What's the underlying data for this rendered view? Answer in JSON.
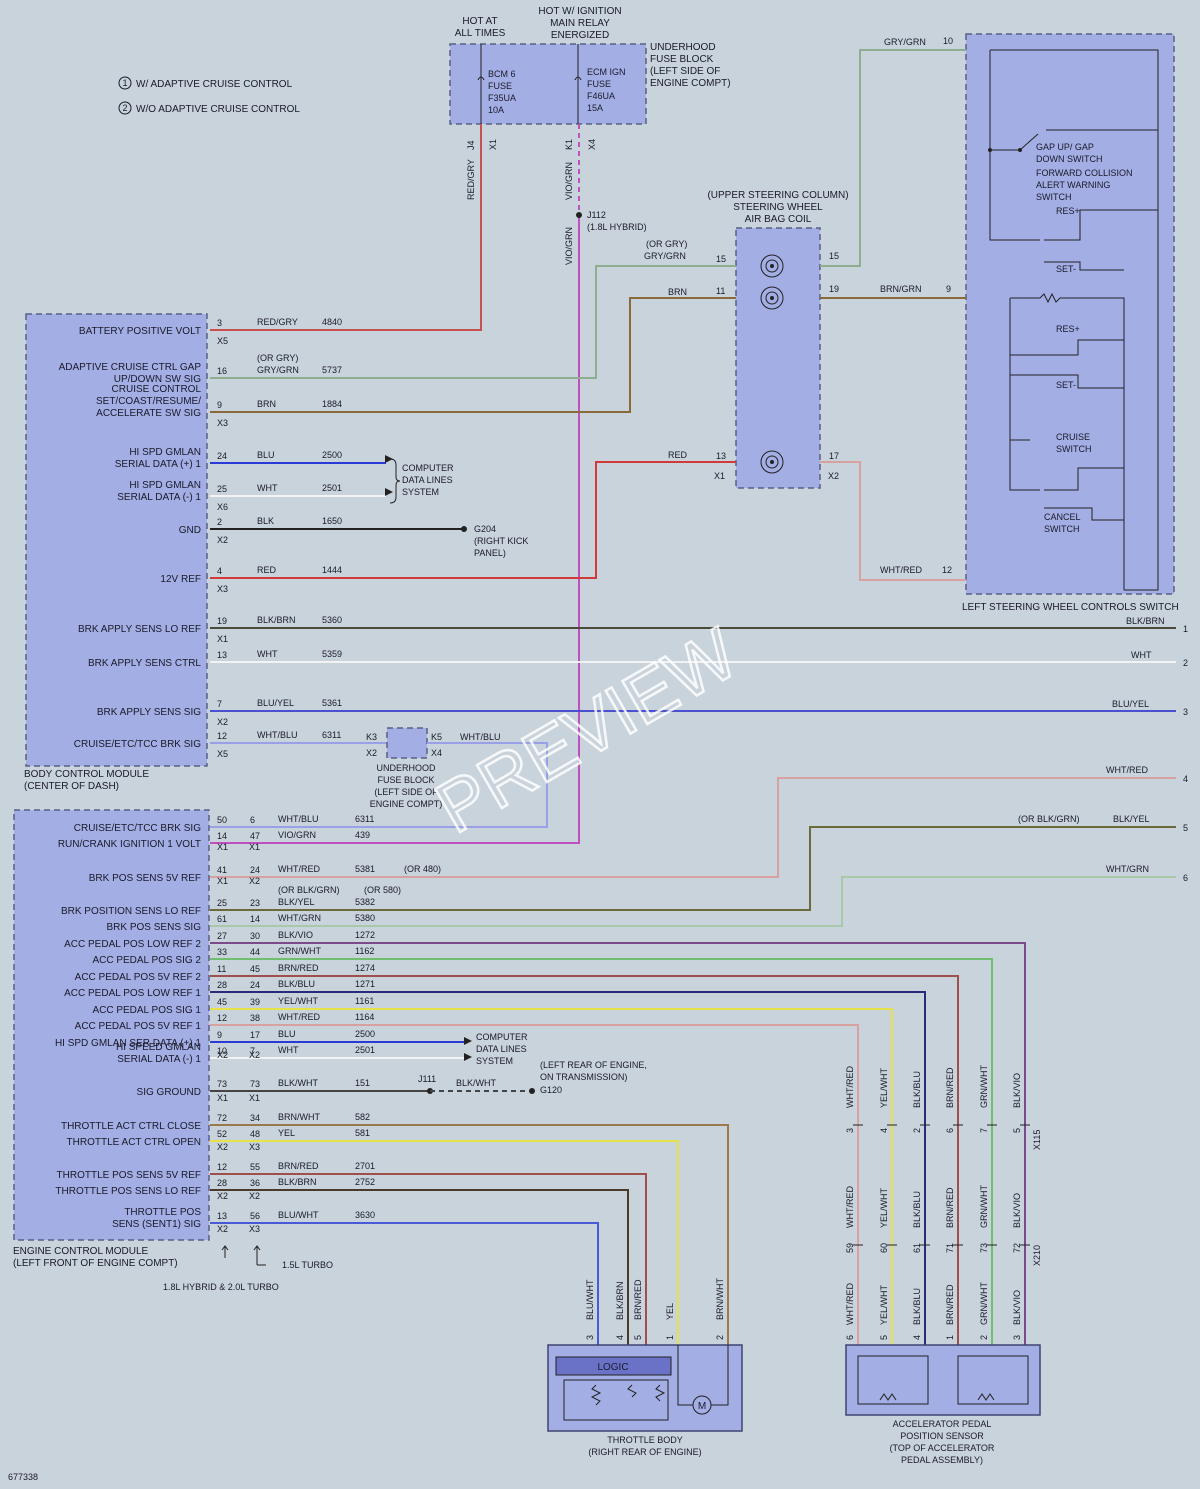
{
  "notes": {
    "n1": "W/ ADAPTIVE CRUISE CONTROL",
    "n2": "W/O ADAPTIVE CRUISE CONTROL"
  },
  "top_labels": {
    "hot_at_all_times": [
      "HOT AT",
      "ALL TIMES"
    ],
    "hot_w_ignition": [
      "HOT W/ IGNITION",
      "MAIN RELAY",
      "ENERGIZED"
    ]
  },
  "underhood_fuse_block": {
    "label": [
      "UNDERHOOD",
      "FUSE BLOCK",
      "(LEFT SIDE OF",
      "ENGINE COMPT)"
    ],
    "fuse1": [
      "BCM 6",
      "FUSE",
      "F35UA",
      "10A"
    ],
    "fuse2": [
      "ECM IGN",
      "FUSE",
      "F46UA",
      "15A"
    ],
    "pins": [
      "J4",
      "X1",
      "K1",
      "X4"
    ]
  },
  "splice": [
    "J112",
    "(1.8L HYBRID)"
  ],
  "airbag_coil": {
    "label": [
      "(UPPER STEERING COLUMN)",
      "STEERING WHEEL",
      "AIR BAG COIL"
    ],
    "pins_left": [
      "15",
      "11",
      "13"
    ],
    "pins_right": [
      "15",
      "19",
      "17"
    ],
    "conn_left": "X1",
    "conn_right": "X2"
  },
  "switch_module": {
    "label": "LEFT STEERING WHEEL CONTROLS SWITCH",
    "gap_switch": [
      "GAP UP/ GAP",
      "DOWN SWITCH"
    ],
    "fca_switch": [
      "FORWARD COLLISION",
      "ALERT WARNING",
      "SWITCH"
    ],
    "res_plus": "RES+",
    "set_minus": "SET-",
    "cruise_switch": [
      "CRUISE",
      "SWITCH"
    ],
    "cancel_switch": [
      "CANCEL",
      "SWITCH"
    ],
    "pins": [
      "10",
      "9",
      "12"
    ],
    "wire_labels": [
      "GRY/GRN",
      "BRN/GRN",
      "WHT/RED"
    ]
  },
  "bcm": {
    "label": [
      "BODY CONTROL MODULE",
      "(CENTER OF DASH)"
    ],
    "rows": [
      {
        "name": [
          "BATTERY POSITIVE VOLT"
        ],
        "pin": "3",
        "conn": "X5",
        "color": "RED/GRY",
        "circuit": "4840"
      },
      {
        "name": [
          "ADAPTIVE CRUISE CTRL GAP",
          "UP/DOWN SW SIG"
        ],
        "pin": "16",
        "conn": "",
        "color": "GRY/GRN",
        "alt": "(OR GRY)",
        "circuit": "5737"
      },
      {
        "name": [
          "CRUISE CONTROL",
          "SET/COAST/RESUME/",
          "ACCELERATE SW SIG"
        ],
        "pin": "9",
        "conn": "X3",
        "color": "BRN",
        "circuit": "1884"
      },
      {
        "name": [
          "HI SPD GMLAN",
          "SERIAL DATA (+) 1"
        ],
        "pin": "24",
        "conn": "",
        "color": "BLU",
        "circuit": "2500"
      },
      {
        "name": [
          "HI SPD GMLAN",
          "SERIAL DATA (-) 1"
        ],
        "pin": "25",
        "conn": "X6",
        "color": "WHT",
        "circuit": "2501"
      },
      {
        "name": [
          "GND"
        ],
        "pin": "2",
        "conn": "X2",
        "color": "BLK",
        "circuit": "1650"
      },
      {
        "name": [
          "12V REF"
        ],
        "pin": "4",
        "conn": "X3",
        "color": "RED",
        "circuit": "1444"
      },
      {
        "name": [
          "BRK APPLY SENS LO REF"
        ],
        "pin": "19",
        "conn": "X1",
        "color": "BLK/BRN",
        "circuit": "5360"
      },
      {
        "name": [
          "BRK APPLY SENS CTRL"
        ],
        "pin": "13",
        "conn": "",
        "color": "WHT",
        "circuit": "5359"
      },
      {
        "name": [
          "BRK APPLY SENS SIG"
        ],
        "pin": "7",
        "conn": "X2",
        "color": "BLU/YEL",
        "circuit": "5361"
      },
      {
        "name": [
          "CRUISE/ETC/TCC BRK SIG"
        ],
        "pin": "12",
        "conn": "X5",
        "color": "WHT/BLU",
        "circuit": "6311"
      }
    ],
    "data_lines": [
      "COMPUTER",
      "DATA LINES",
      "SYSTEM"
    ],
    "ground": [
      "G204",
      "(RIGHT KICK",
      "PANEL)"
    ]
  },
  "mid_fuse": {
    "label": [
      "UNDERHOOD",
      "FUSE BLOCK",
      "(LEFT SIDE OF",
      "ENGINE COMPT)"
    ],
    "pins": [
      "K3",
      "X2",
      "K5",
      "X4"
    ],
    "wire": "WHT/BLU"
  },
  "right_wires": [
    {
      "label": "BLK/BRN",
      "num": "1"
    },
    {
      "label": "WHT",
      "num": "2"
    },
    {
      "label": "BLU/YEL",
      "num": "3"
    },
    {
      "label": "WHT/RED",
      "num": "4"
    },
    {
      "label": "BLK/YEL",
      "alt": "(OR BLK/GRN)",
      "num": "5"
    },
    {
      "label": "WHT/GRN",
      "num": "6"
    }
  ],
  "ecm": {
    "label": [
      "ENGINE CONTROL MODULE",
      "(LEFT FRONT OF ENGINE COMPT)"
    ],
    "rows": [
      {
        "name": [
          "CRUISE/ETC/TCC BRK SIG"
        ],
        "p1": "50",
        "p2": "6",
        "color": "WHT/BLU",
        "circuit": "6311"
      },
      {
        "name": [
          "RUN/CRANK IGNITION 1 VOLT"
        ],
        "p1": "14",
        "p2": "47",
        "color": "VIO/GRN",
        "circuit": "439"
      },
      {
        "name": [
          "BRK POS SENS 5V REF"
        ],
        "p1": "41",
        "p2": "24",
        "color": "WHT/RED",
        "circuit": "5381",
        "alt": "(OR 480)"
      },
      {
        "name": [
          "BRK POSITION SENS LO REF"
        ],
        "p1": "25",
        "p2": "23",
        "color": "BLK/YEL",
        "circuit": "5382",
        "alt_color": "(OR BLK/GRN)",
        "alt_circuit": "(OR 580)"
      },
      {
        "name": [
          "BRK POS SENS SIG"
        ],
        "p1": "61",
        "p2": "14",
        "color": "WHT/GRN",
        "circuit": "5380"
      },
      {
        "name": [
          "ACC PEDAL POS LOW REF 2"
        ],
        "p1": "27",
        "p2": "30",
        "color": "BLK/VIO",
        "circuit": "1272"
      },
      {
        "name": [
          "ACC PEDAL POS SIG 2"
        ],
        "p1": "33",
        "p2": "44",
        "color": "GRN/WHT",
        "circuit": "1162"
      },
      {
        "name": [
          "ACC PEDAL POS 5V REF 2"
        ],
        "p1": "11",
        "p2": "45",
        "color": "BRN/RED",
        "circuit": "1274"
      },
      {
        "name": [
          "ACC PEDAL POS LOW REF 1"
        ],
        "p1": "28",
        "p2": "24",
        "color": "BLK/BLU",
        "circuit": "1271"
      },
      {
        "name": [
          "ACC PEDAL POS SIG 1"
        ],
        "p1": "45",
        "p2": "39",
        "color": "YEL/WHT",
        "circuit": "1161"
      },
      {
        "name": [
          "ACC PEDAL POS 5V REF 1"
        ],
        "p1": "12",
        "p2": "38",
        "color": "WHT/RED",
        "circuit": "1164"
      },
      {
        "name": [
          "HI SPD GMLAN SER DATA (+) 1"
        ],
        "p1": "9",
        "p2": "17",
        "color": "BLU",
        "circuit": "2500"
      },
      {
        "name": [
          "HI SPEED GMLAN",
          "SERIAL DATA (-) 1"
        ],
        "p1": "10",
        "p2": "7",
        "color": "WHT",
        "circuit": "2501"
      },
      {
        "name": [
          "SIG GROUND"
        ],
        "p1": "73",
        "p2": "73",
        "color": "BLK/WHT",
        "circuit": "151"
      },
      {
        "name": [
          "THROTTLE ACT CTRL CLOSE"
        ],
        "p1": "72",
        "p2": "34",
        "color": "BRN/WHT",
        "circuit": "582"
      },
      {
        "name": [
          "THROTTLE ACT CTRL OPEN"
        ],
        "p1": "52",
        "p2": "48",
        "color": "YEL",
        "circuit": "581"
      },
      {
        "name": [
          "THROTTLE POS SENS 5V REF"
        ],
        "p1": "12",
        "p2": "55",
        "color": "BRN/RED",
        "circuit": "2701"
      },
      {
        "name": [
          "THROTTLE POS SENS LO REF"
        ],
        "p1": "28",
        "p2": "36",
        "color": "BLK/BRN",
        "circuit": "2752"
      },
      {
        "name": [
          "THROTTLE POS",
          "SENS (SENT1) SIG"
        ],
        "p1": "13",
        "p2": "56",
        "color": "BLU/WHT",
        "circuit": "3630"
      }
    ],
    "conn_marks": [
      "X1",
      "X1",
      "X1",
      "X2",
      "X2",
      "X2",
      "X1",
      "X1",
      "X2",
      "X3",
      "X2",
      "X2",
      "X2",
      "X3"
    ],
    "data_lines": [
      "COMPUTER",
      "DATA LINES",
      "SYSTEM"
    ],
    "ground_splice": "J111",
    "ground_wire": "BLK/WHT",
    "ground": [
      "(LEFT REAR OF ENGINE,",
      "ON TRANSMISSION)",
      "G120"
    ],
    "engine_notes": [
      "1.8L HYBRID & 2.0L TURBO",
      "1.5L TURBO"
    ]
  },
  "throttle_body": {
    "label": [
      "THROTTLE BODY",
      "(RIGHT REAR OF ENGINE)"
    ],
    "logic": "LOGIC",
    "motor": "M",
    "wires": [
      {
        "pin": "3",
        "color": "BLU/WHT"
      },
      {
        "pin": "4",
        "color": "BLK/BRN"
      },
      {
        "pin": "5",
        "color": "BRN/RED"
      },
      {
        "pin": "1",
        "color": "YEL"
      },
      {
        "pin": "2",
        "color": "BRN/WHT"
      }
    ]
  },
  "pedal": {
    "label": [
      "ACCELERATOR PEDAL",
      "POSITION SENSOR",
      "(TOP OF ACCELERATOR",
      "PEDAL ASSEMBLY)"
    ],
    "x115": "X115",
    "x210": "X210",
    "wires": [
      {
        "color": "WHT/RED",
        "p115": "3",
        "p210": "59",
        "pin": "6"
      },
      {
        "color": "YEL/WHT",
        "p115": "4",
        "p210": "60",
        "pin": "5"
      },
      {
        "color": "BLK/BLU",
        "p115": "2",
        "p210": "61",
        "pin": "4"
      },
      {
        "color": "BRN/RED",
        "p115": "6",
        "p210": "71",
        "pin": "1"
      },
      {
        "color": "GRN/WHT",
        "p115": "7",
        "p210": "73",
        "pin": "2"
      },
      {
        "color": "BLK/VIO",
        "p115": "5",
        "p210": "72",
        "pin": "3"
      }
    ]
  },
  "watermark": "PREVIEW",
  "figure_id": "677338",
  "colors": {
    "red": "#d23a3a",
    "redgry": "#c95050",
    "vio": "#c050c0",
    "grygrn": "#8fae8f",
    "brn": "#8a6a3a",
    "blu": "#2a3ad6",
    "wht": "#f3f3f3",
    "blk": "#222222",
    "bluyel": "#4a50d0",
    "whtblu": "#9aa0e8",
    "whtred": "#d9a0a0",
    "blkyel": "#6a6a3a",
    "whtgrn": "#a8c8a8",
    "blkvio": "#7a4a8a",
    "grnwht": "#6fbf6f",
    "brnred": "#a0504a",
    "blkblu": "#2a2a7a",
    "yelwht": "#e6e24a",
    "yel": "#e6e24a",
    "brnwht": "#9a7a4a",
    "bluwht": "#4a5ad6",
    "blkbrn": "#4a3a2a",
    "blkwht": "#444444"
  }
}
